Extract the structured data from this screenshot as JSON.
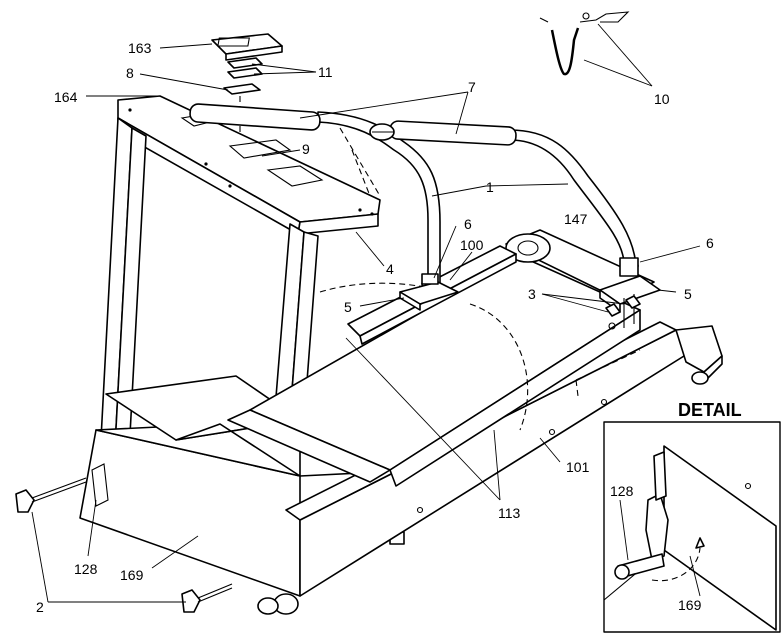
{
  "detail_title": "DETAIL",
  "callouts": {
    "c163": "163",
    "c8": "8",
    "c11": "11",
    "c164": "164",
    "c7": "7",
    "c9": "9",
    "c10": "10",
    "c1": "1",
    "c147": "147",
    "c6a": "6",
    "c6b": "6",
    "c100": "100",
    "c4": "4",
    "c5a": "5",
    "c5b": "5",
    "c3": "3",
    "c101": "101",
    "c113": "113",
    "c128a": "128",
    "c169a": "169",
    "c2": "2",
    "c128b": "128",
    "c169b": "169"
  }
}
